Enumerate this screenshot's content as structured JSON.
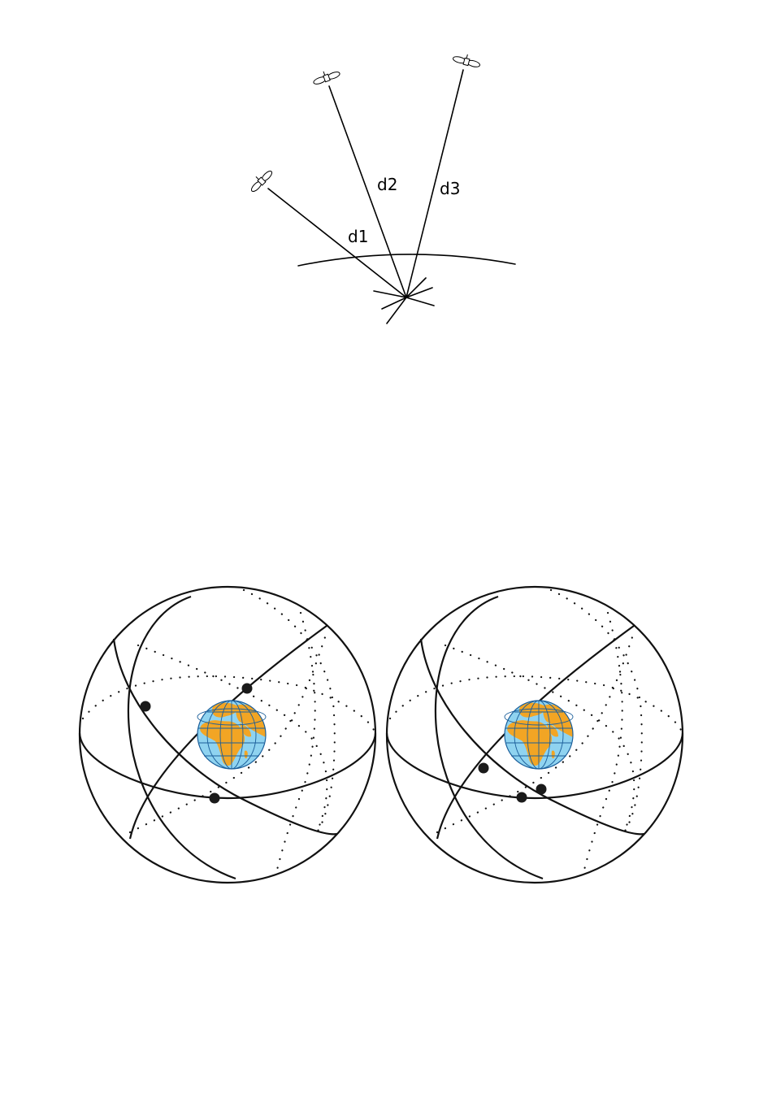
{
  "top_diagram": {
    "labels": {
      "d1": "d1",
      "d2": "d2",
      "d3": "d3"
    },
    "satellite_count": 3
  },
  "bottom_diagrams": [
    {
      "satellite_markers": 3
    },
    {
      "satellite_markers": 3
    }
  ],
  "colors": {
    "ocean": "#8fd3f0",
    "land": "#f2a524",
    "grid": "#1b5e9a",
    "line": "#000000"
  }
}
